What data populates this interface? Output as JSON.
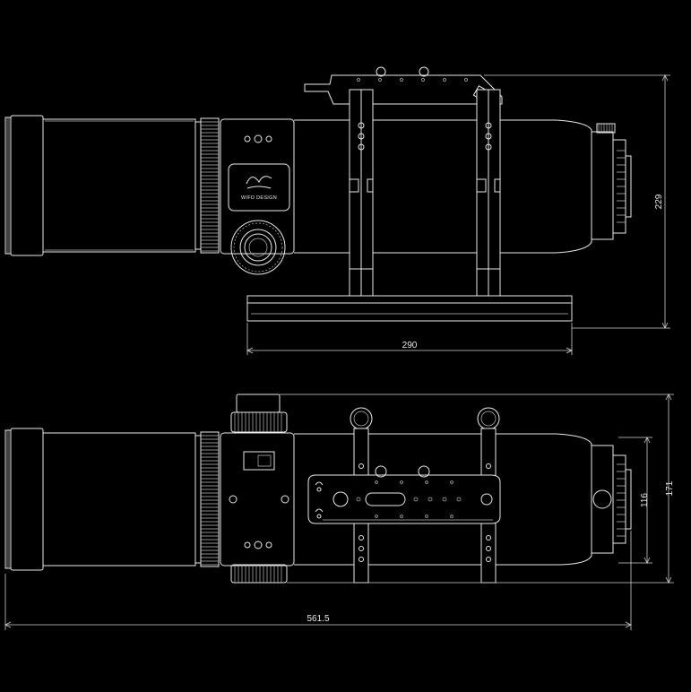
{
  "brand": {
    "name": "WIFD DESIGN"
  },
  "dimensions": {
    "top_height": "229",
    "top_base_width": "290",
    "bottom_height_outer": "171",
    "bottom_height_inner": "116",
    "overall_length": "561.5"
  },
  "colors": {
    "background": "#000000",
    "line": "#e8e8e8"
  }
}
